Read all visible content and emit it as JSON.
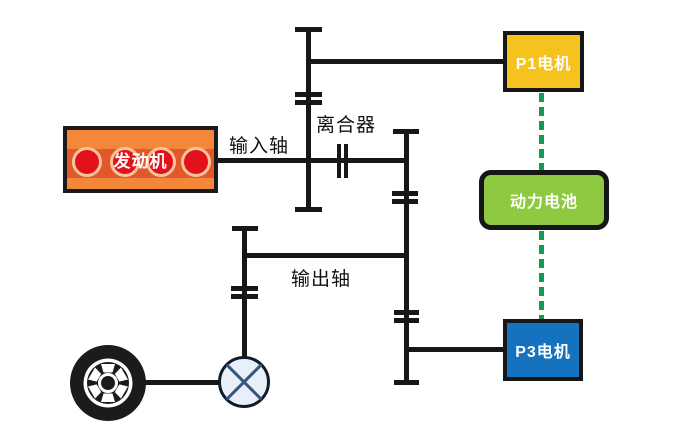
{
  "diagram": {
    "type": "hybrid-powertrain-schematic",
    "labels": {
      "input_shaft": "输入轴",
      "clutch": "离合器",
      "output_shaft": "输出轴"
    },
    "nodes": {
      "engine": {
        "label": "发动机",
        "fill": "#f5873b",
        "band": "#e2572b",
        "cylinder": "#e2121b",
        "cylinder_ring": "#f7c49c"
      },
      "p1_motor": {
        "label": "P1电机",
        "fill": "#f6c21d"
      },
      "battery": {
        "label": "动力电池",
        "fill": "#8fc841"
      },
      "p3_motor": {
        "label": "P3电机",
        "fill": "#1572be"
      }
    },
    "connections": {
      "mechanical_color": "#171717",
      "electric_color": "#119b55",
      "electric_style": "dashed",
      "links": [
        "engine -> input_shaft -> clutch -> gearbox",
        "p1_gear_shaft -> p1_motor",
        "gearbox -> output_shaft -> final_drive -> wheel",
        "gearbox -> p3_motor",
        "p1_motor <-> battery <-> p3_motor (electric)"
      ]
    },
    "symbols": {
      "wheel": {
        "tire": "#1b1b1b",
        "rim": "#ffffff"
      },
      "differential": {
        "fill": "#e9eff8",
        "stroke": "#101b2b",
        "cross": "#35567e"
      }
    }
  }
}
